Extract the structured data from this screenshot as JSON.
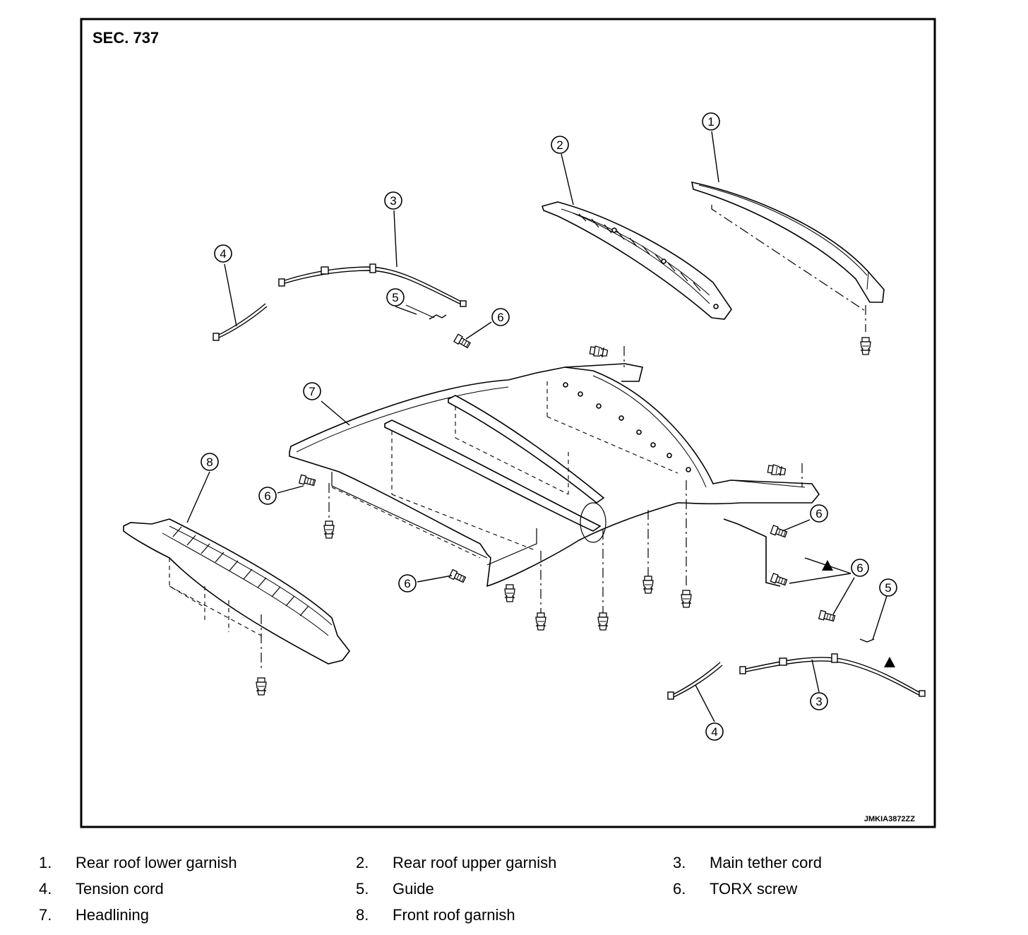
{
  "diagram": {
    "section": "SEC. 737",
    "code": "JMKIA3872ZZ",
    "callout_numbers": {
      "c1": "1",
      "c2": "2",
      "c3": "3",
      "c4": "4",
      "c5": "5",
      "c6": "6",
      "c7": "7",
      "c8": "8",
      "c3b": "3",
      "c4b": "4",
      "c5b": "5",
      "c6b": "6",
      "c6c": "6",
      "c6d": "6",
      "c6e": "6"
    }
  },
  "legend": [
    {
      "number": "1.",
      "label": "Rear roof lower garnish"
    },
    {
      "number": "2.",
      "label": "Rear roof upper garnish"
    },
    {
      "number": "3.",
      "label": "Main tether cord"
    },
    {
      "number": "4.",
      "label": "Tension cord"
    },
    {
      "number": "5.",
      "label": "Guide"
    },
    {
      "number": "6.",
      "label": "TORX screw"
    },
    {
      "number": "7.",
      "label": "Headlining"
    },
    {
      "number": "8.",
      "label": "Front roof garnish"
    }
  ]
}
